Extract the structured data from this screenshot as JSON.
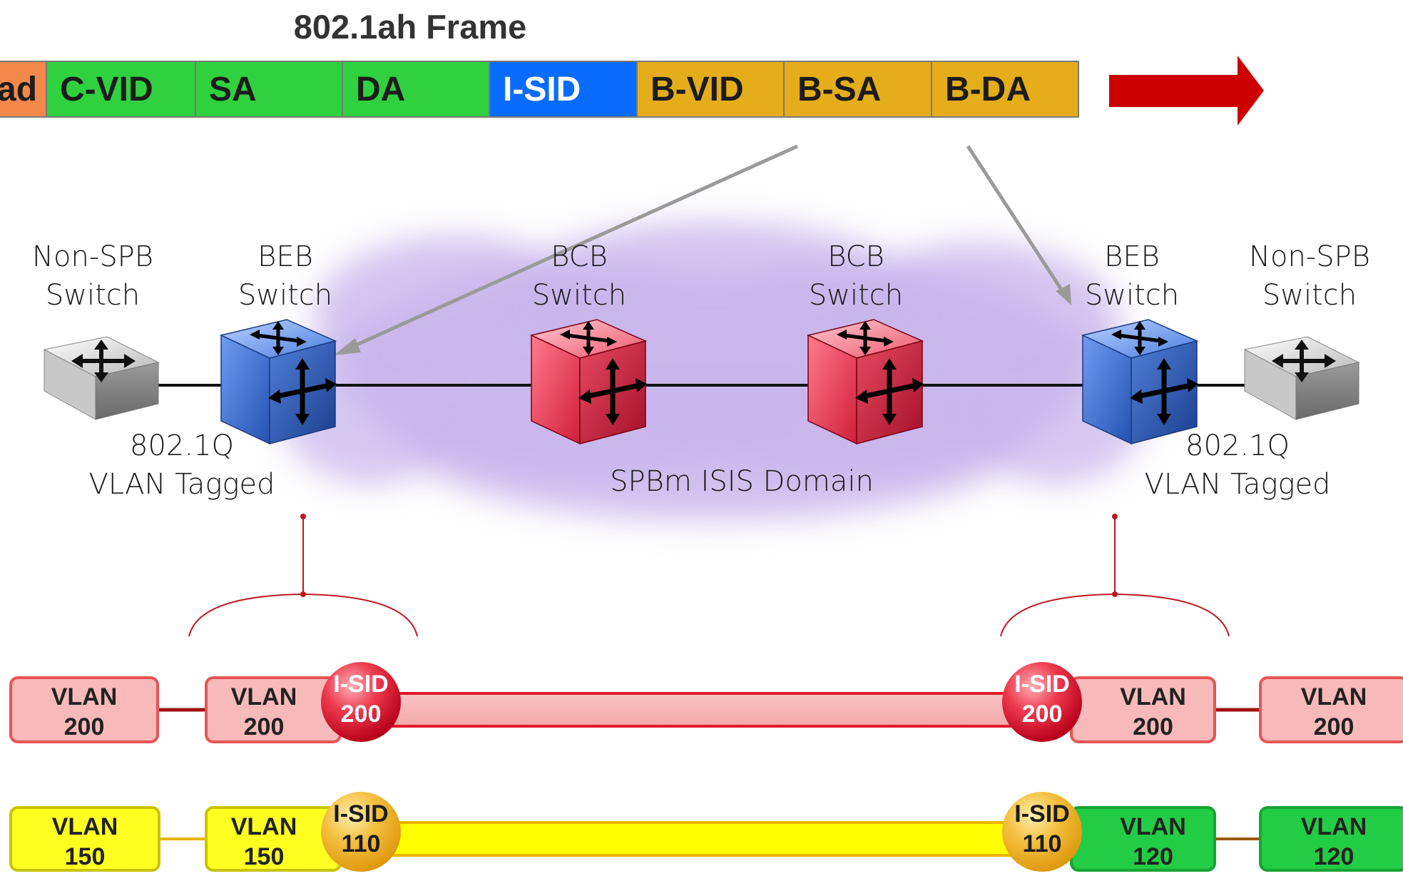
{
  "frame": {
    "title": "802.1ah Frame",
    "fields": [
      {
        "label": "ad",
        "color": "#f2884a"
      },
      {
        "label": "C-VID",
        "color": "#2fd13f"
      },
      {
        "label": "SA",
        "color": "#2fd13f"
      },
      {
        "label": "DA",
        "color": "#2fd13f"
      },
      {
        "label": "I-SID",
        "color": "#0a6cff"
      },
      {
        "label": "B-VID",
        "color": "#e4ad19"
      },
      {
        "label": "B-SA",
        "color": "#e4ad19"
      },
      {
        "label": "B-DA",
        "color": "#e4ad19"
      }
    ],
    "arrow_color": "#cc0000"
  },
  "nodes": {
    "left_nonspb": {
      "line1": "Non-SPB",
      "line2": "Switch",
      "icon": "switch-icon"
    },
    "left_beb": {
      "line1": "BEB",
      "line2": "Switch",
      "icon": "switch-cube-icon"
    },
    "bcb1": {
      "line1": "BCB",
      "line2": "Switch",
      "icon": "switch-cube-icon"
    },
    "bcb2": {
      "line1": "BCB",
      "line2": "Switch",
      "icon": "switch-cube-icon"
    },
    "right_beb": {
      "line1": "BEB",
      "line2": "Switch",
      "icon": "switch-cube-icon"
    },
    "right_nonspb": {
      "line1": "Non-SPB",
      "line2": "Switch",
      "icon": "switch-icon"
    }
  },
  "tags": {
    "left": {
      "line1": "802.1Q",
      "line2": "VLAN Tagged"
    },
    "right": {
      "line1": "802.1Q",
      "line2": "VLAN Tagged"
    }
  },
  "domain_label": "SPBm ISIS Domain",
  "colors": {
    "beb": "#3d73d6",
    "bcb": "#e8364f",
    "cloud": "#c9b6ec",
    "service_red": "#f7b9b9",
    "service_yellow": "#ffff22",
    "service_green": "#22cc44"
  },
  "services": [
    {
      "vlans": [
        {
          "line1": "VLAN",
          "line2": "200"
        },
        {
          "line1": "VLAN",
          "line2": "200"
        },
        {
          "line1": "VLAN",
          "line2": "200"
        },
        {
          "line1": "VLAN",
          "line2": "200"
        }
      ],
      "isids": [
        {
          "line1": "I-SID",
          "line2": "200"
        },
        {
          "line1": "I-SID",
          "line2": "200"
        }
      ]
    },
    {
      "vlans": [
        {
          "line1": "VLAN",
          "line2": "150"
        },
        {
          "line1": "VLAN",
          "line2": "150"
        },
        {
          "line1": "VLAN",
          "line2": "120"
        },
        {
          "line1": "VLAN",
          "line2": "120"
        }
      ],
      "isids": [
        {
          "line1": "I-SID",
          "line2": "110"
        },
        {
          "line1": "I-SID",
          "line2": "110"
        }
      ]
    }
  ]
}
